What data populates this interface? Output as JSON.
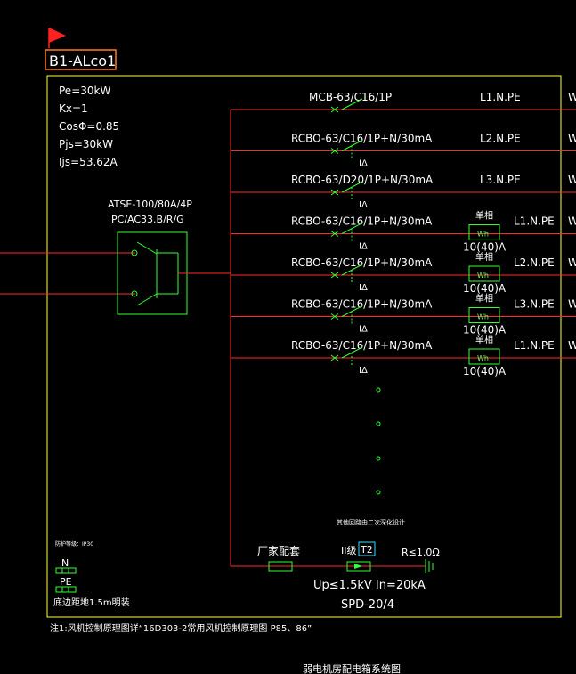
{
  "panel": {
    "tag": "B1-ALco1",
    "params": [
      "Pe=30kW",
      "Kx=1",
      "CosΦ=0.85",
      "Pjs=30kW",
      "Ijs=53.62A"
    ]
  },
  "ats": {
    "model": "ATSE-100/80A/4P",
    "mode": "PC/AC33.B/R/G"
  },
  "circuits": [
    {
      "breaker": "MCB-63/C16/1P",
      "phase": "L1.N.PE",
      "rcd": "",
      "meter": false,
      "tail": "W"
    },
    {
      "breaker": "RCBO-63/C16/1P+N/30mA",
      "phase": "L2.N.PE",
      "rcd": "IΔ",
      "meter": false,
      "tail": "W"
    },
    {
      "breaker": "RCBO-63/D20/1P+N/30mA",
      "phase": "L3.N.PE",
      "rcd": "IΔ",
      "meter": false,
      "tail": "W"
    },
    {
      "breaker": "RCBO-63/C16/1P+N/30mA",
      "phase": "L1.N.PE",
      "rcd": "IΔ",
      "meter": true,
      "tail": "W"
    },
    {
      "breaker": "RCBO-63/C16/1P+N/30mA",
      "phase": "L2.N.PE",
      "rcd": "IΔ",
      "meter": true,
      "tail": "W"
    },
    {
      "breaker": "RCBO-63/C16/1P+N/30mA",
      "phase": "L3.N.PE",
      "rcd": "IΔ",
      "meter": true,
      "tail": "W"
    },
    {
      "breaker": "RCBO-63/C16/1P+N/30mA",
      "phase": "L1.N.PE",
      "rcd": "IΔ",
      "meter": true,
      "tail": "W"
    }
  ],
  "meter": {
    "type_label": "单相",
    "box_label": "Wh",
    "rating": "10(40)A"
  },
  "spare_note": "其他回路由二次深化设计",
  "protection_label": "防护等级：IP30",
  "bus": {
    "n": "N",
    "pe": "PE"
  },
  "mount_note": "底边距地1.5m明装",
  "spd": {
    "factory": "厂家配套",
    "grade_label": "II级",
    "grade_box": "T2",
    "resistance": "R≤1.0Ω",
    "spec": "Up≤1.5kV In=20kA",
    "model": "SPD-20/4"
  },
  "footnote": "注1:风机控制原理图详“16D303-2常用风机控制原理图 P85、86”",
  "caption": "弱电机房配电箱系统图"
}
